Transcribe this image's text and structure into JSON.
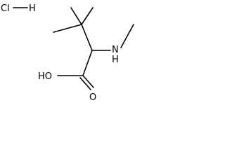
{
  "structure": {
    "hcl_cl": "Cl",
    "hcl_h": "H",
    "hydroxyl": "HO",
    "carbonyl_o": "O",
    "amine_n": "N",
    "amine_h": "H"
  },
  "colors": {
    "bond": "#000000",
    "background": "#ffffff"
  }
}
